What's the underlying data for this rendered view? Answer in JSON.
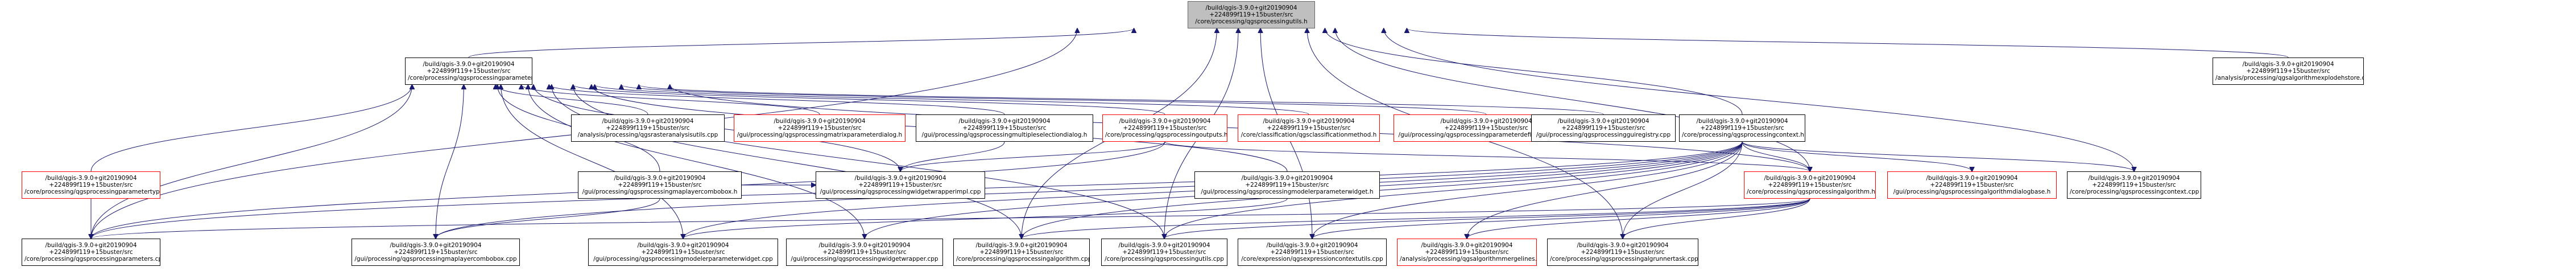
{
  "nodes": [
    {
      "id": "root",
      "lines": [
        "/build/qgis-3.9.0+git20190904",
        "+224899f119+15buster/src",
        "/core/processing/qgsprocessingutils.h"
      ],
      "style": "root"
    },
    {
      "id": "parameters_h",
      "lines": [
        "/build/qgis-3.9.0+git20190904",
        "+224899f119+15buster/src",
        "/core/processing/qgsprocessingparameters.h"
      ],
      "style": "normal"
    },
    {
      "id": "explodehstore",
      "lines": [
        "/build/qgis-3.9.0+git20190904",
        "+224899f119+15buster/src",
        "/analysis/processing/qgsalgorithmexplodehstore.cpp"
      ],
      "style": "normal"
    },
    {
      "id": "context_h",
      "lines": [
        "/build/qgis-3.9.0+git20190904",
        "+224899f119+15buster/src",
        "/core/processing/qgsprocessingcontext.h"
      ],
      "style": "normal"
    },
    {
      "id": "rasteranalysisutils",
      "lines": [
        "/build/qgis-3.9.0+git20190904",
        "+224899f119+15buster/src",
        "/analysis/processing/qgsrasteranalysisutils.cpp"
      ],
      "style": "normal"
    },
    {
      "id": "matrixparameterdialog",
      "lines": [
        "/build/qgis-3.9.0+git20190904",
        "+224899f119+15buster/src",
        "/gui/processing/qgsprocessingmatrixparameterdialog.h"
      ],
      "style": "red"
    },
    {
      "id": "multipleselectiondialog",
      "lines": [
        "/build/qgis-3.9.0+git20190904",
        "+224899f119+15buster/src",
        "/gui/processing/qgsprocessingmultipleselectiondialog.h"
      ],
      "style": "normal"
    },
    {
      "id": "outputs_h",
      "lines": [
        "/build/qgis-3.9.0+git20190904",
        "+224899f119+15buster/src",
        "/core/processing/qgsprocessingoutputs.h"
      ],
      "style": "red"
    },
    {
      "id": "classificationmethod",
      "lines": [
        "/build/qgis-3.9.0+git20190904",
        "+224899f119+15buster/src",
        "/core/classification/qgsclassificationmethod.h"
      ],
      "style": "red"
    },
    {
      "id": "parameterdefinitionwidget",
      "lines": [
        "/build/qgis-3.9.0+git20190904",
        "+224899f119+15buster/src",
        "/gui/processing/qgsprocessingparameterdefinitionwidget.h"
      ],
      "style": "red"
    },
    {
      "id": "guiregistry",
      "lines": [
        "/build/qgis-3.9.0+git20190904",
        "+224899f119+15buster/src",
        "/gui/processing/qgsprocessingguiregistry.cpp"
      ],
      "style": "normal"
    },
    {
      "id": "parametertype",
      "lines": [
        "/build/qgis-3.9.0+git20190904",
        "+224899f119+15buster/src",
        "/core/processing/qgsprocessingparametertype.h"
      ],
      "style": "red"
    },
    {
      "id": "wrapperimpl",
      "lines": [
        "/build/qgis-3.9.0+git20190904",
        "+224899f119+15buster/src",
        "/gui/processing/qgsprocessingwidgetwrapperimpl.cpp"
      ],
      "style": "normal"
    },
    {
      "id": "maplayercombobox_h",
      "lines": [
        "/build/qgis-3.9.0+git20190904",
        "+224899f119+15buster/src",
        "/gui/processing/qgsprocessingmaplayercombobox.h"
      ],
      "style": "normal"
    },
    {
      "id": "modelerparameterwidget_h",
      "lines": [
        "/build/qgis-3.9.0+git20190904",
        "+224899f119+15buster/src",
        "/gui/processing/qgsprocessingmodelerparameterwidget.h"
      ],
      "style": "normal"
    },
    {
      "id": "algorithm_h",
      "lines": [
        "/build/qgis-3.9.0+git20190904",
        "+224899f119+15buster/src",
        "/core/processing/qgsprocessingalgorithm.h"
      ],
      "style": "red"
    },
    {
      "id": "algorithmdialogbase",
      "lines": [
        "/build/qgis-3.9.0+git20190904",
        "+224899f119+15buster/src",
        "/gui/processing/qgsprocessingalgorithmdialogbase.h"
      ],
      "style": "red"
    },
    {
      "id": "context_cpp",
      "lines": [
        "/build/qgis-3.9.0+git20190904",
        "+224899f119+15buster/src",
        "/core/processing/qgsprocessingcontext.cpp"
      ],
      "style": "normal"
    },
    {
      "id": "parameters_cpp",
      "lines": [
        "/build/qgis-3.9.0+git20190904",
        "+224899f119+15buster/src",
        "/core/processing/qgsprocessingparameters.cpp"
      ],
      "style": "normal"
    },
    {
      "id": "maplayercombobox_cpp",
      "lines": [
        "/build/qgis-3.9.0+git20190904",
        "+224899f119+15buster/src",
        "/gui/processing/qgsprocessingmaplayercombobox.cpp"
      ],
      "style": "normal"
    },
    {
      "id": "modelerparameterwidget_cpp",
      "lines": [
        "/build/qgis-3.9.0+git20190904",
        "+224899f119+15buster/src",
        "/gui/processing/qgsprocessingmodelerparameterwidget.cpp"
      ],
      "style": "normal"
    },
    {
      "id": "widgetwrapper_cpp",
      "lines": [
        "/build/qgis-3.9.0+git20190904",
        "+224899f119+15buster/src",
        "/gui/processing/qgsprocessingwidgetwrapper.cpp"
      ],
      "style": "normal"
    },
    {
      "id": "algorithm_cpp",
      "lines": [
        "/build/qgis-3.9.0+git20190904",
        "+224899f119+15buster/src",
        "/core/processing/qgsprocessingalgorithm.cpp"
      ],
      "style": "normal"
    },
    {
      "id": "utils_cpp",
      "lines": [
        "/build/qgis-3.9.0+git20190904",
        "+224899f119+15buster/src",
        "/core/processing/qgsprocessingutils.cpp"
      ],
      "style": "normal"
    },
    {
      "id": "expressioncontextutils",
      "lines": [
        "/build/qgis-3.9.0+git20190904",
        "+224899f119+15buster/src",
        "/core/expression/qgsexpressioncontextutils.cpp"
      ],
      "style": "normal"
    },
    {
      "id": "mergelines",
      "lines": [
        "/build/qgis-3.9.0+git20190904",
        "+224899f119+15buster/src",
        "/analysis/processing/qgsalgorithmmergelines.h"
      ],
      "style": "red"
    },
    {
      "id": "algrunnertask",
      "lines": [
        "/build/qgis-3.9.0+git20190904",
        "+224899f119+15buster/src",
        "/core/processing/qgsprocessingalgrunnertask.cpp"
      ],
      "style": "normal"
    }
  ],
  "edges": [
    [
      "parameters_h",
      "root"
    ],
    [
      "explodehstore",
      "root"
    ],
    [
      "context_h",
      "root"
    ],
    [
      "parameters_cpp",
      "root"
    ],
    [
      "algorithm_h",
      "root"
    ],
    [
      "algorithm_cpp",
      "root"
    ],
    [
      "utils_cpp",
      "root"
    ],
    [
      "expressioncontextutils",
      "root"
    ],
    [
      "algrunnertask",
      "root"
    ],
    [
      "context_cpp",
      "root"
    ],
    [
      "rasteranalysisutils",
      "parameters_h"
    ],
    [
      "matrixparameterdialog",
      "parameters_h"
    ],
    [
      "multipleselectiondialog",
      "parameters_h"
    ],
    [
      "outputs_h",
      "parameters_h"
    ],
    [
      "classificationmethod",
      "parameters_h"
    ],
    [
      "parameterdefinitionwidget",
      "parameters_h"
    ],
    [
      "guiregistry",
      "parameters_h"
    ],
    [
      "parametertype",
      "parameters_h"
    ],
    [
      "wrapperimpl",
      "parameters_h"
    ],
    [
      "maplayercombobox_h",
      "parameters_h"
    ],
    [
      "modelerparameterwidget_h",
      "parameters_h"
    ],
    [
      "algorithm_h",
      "parameters_h"
    ],
    [
      "parameters_cpp",
      "parameters_h"
    ],
    [
      "maplayercombobox_cpp",
      "parameters_h"
    ],
    [
      "modelerparameterwidget_cpp",
      "parameters_h"
    ],
    [
      "widgetwrapper_cpp",
      "parameters_h"
    ],
    [
      "algorithm_cpp",
      "parameters_h"
    ],
    [
      "utils_cpp",
      "parameters_h"
    ],
    [
      "multipleselectiondialog",
      "wrapperimpl"
    ],
    [
      "outputs_h",
      "wrapperimpl"
    ],
    [
      "outputs_h",
      "algorithm_h"
    ],
    [
      "outputs_h",
      "parameters_cpp"
    ],
    [
      "parametertype",
      "parameters_cpp"
    ],
    [
      "maplayercombobox_h",
      "maplayercombobox_cpp"
    ],
    [
      "maplayercombobox_h",
      "wrapperimpl"
    ],
    [
      "modelerparameterwidget_h",
      "modelerparameterwidget_cpp"
    ],
    [
      "algorithm_h",
      "algorithm_cpp"
    ],
    [
      "algorithm_h",
      "utils_cpp"
    ],
    [
      "algorithm_h",
      "expressioncontextutils"
    ],
    [
      "algorithm_h",
      "mergelines"
    ],
    [
      "algorithm_h",
      "algrunnertask"
    ],
    [
      "algorithm_h",
      "parameters_cpp"
    ],
    [
      "context_h",
      "algorithm_h"
    ],
    [
      "context_h",
      "algorithmdialogbase"
    ],
    [
      "context_h",
      "context_cpp"
    ],
    [
      "context_h",
      "parameters_cpp"
    ],
    [
      "context_h",
      "utils_cpp"
    ],
    [
      "context_h",
      "algorithm_cpp"
    ],
    [
      "context_h",
      "algrunnertask"
    ],
    [
      "context_h",
      "expressioncontextutils"
    ],
    [
      "context_h",
      "mergelines"
    ],
    [
      "context_h",
      "maplayercombobox_cpp"
    ],
    [
      "context_h",
      "modelerparameterwidget_cpp"
    ],
    [
      "context_h",
      "widgetwrapper_cpp"
    ]
  ]
}
